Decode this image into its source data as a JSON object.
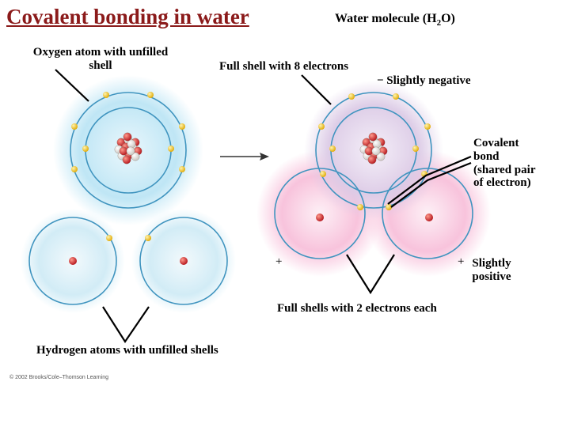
{
  "title": "Covalent bonding in water",
  "molecule_title": {
    "prefix": "Water molecule (H",
    "subscript": "2",
    "suffix": "O)"
  },
  "labels": {
    "oxygen_line1": "Oxygen atom with unfilled",
    "oxygen_line2": "shell",
    "full_shell_8": "Full shell with 8 electrons",
    "slightly_negative": "− Slightly negative",
    "covalent_line1": "Covalent",
    "covalent_line2": "bond",
    "covalent_line3": "(shared pair",
    "covalent_line4": "of electron)",
    "plus_left": "+",
    "plus_right": "+",
    "slightly_positive_line1": "Slightly",
    "slightly_positive_line2": "positive",
    "full_shells_2": "Full shells with 2 electrons each",
    "hydrogen_atoms": "Hydrogen atoms with unfilled shells"
  },
  "copyright": "© 2002 Brooks/Cole–Thomson Learning",
  "colors": {
    "title": "#8b1a1a",
    "electron": "#f2c21b",
    "proton": "#d8262a",
    "oxygen_glow": "#bfe6f5",
    "hydrogen_glow": "#f8c3dc",
    "molecule_glow": "#dccbe6"
  }
}
